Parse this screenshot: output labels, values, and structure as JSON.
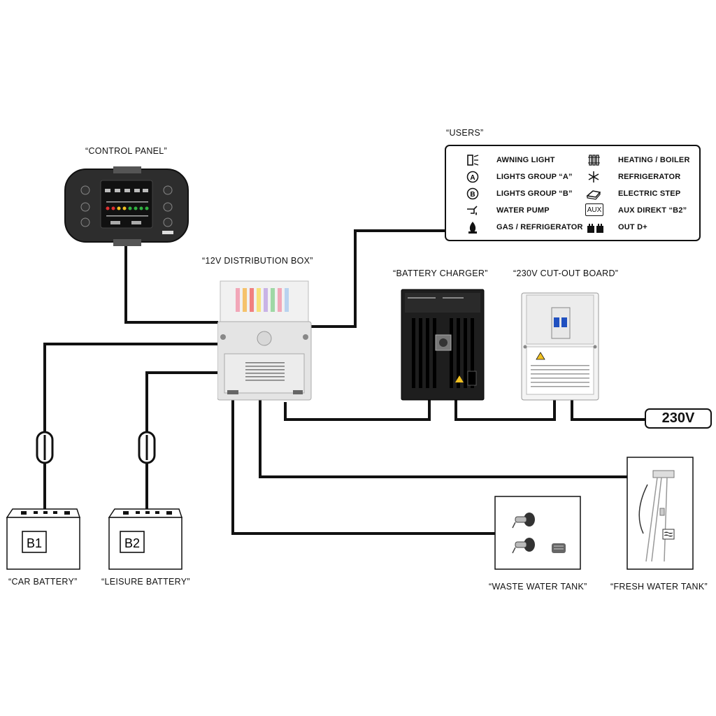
{
  "labels": {
    "control_panel": "“CONTROL PANEL”",
    "distribution_box": "“12V DISTRIBUTION BOX”",
    "users": "“USERS”",
    "battery_charger": "“BATTERY CHARGER”",
    "cutout_board": "“230V CUT-OUT BOARD”",
    "car_battery": "“CAR BATTERY”",
    "leisure_battery": "“LEISURE BATTERY”",
    "waste_tank": "“WASTE WATER TANK”",
    "fresh_tank": "“FRESH WATER TANK”",
    "mains_voltage": "230V"
  },
  "users": {
    "left": [
      {
        "label": "AWNING LIGHT",
        "icon": "awning-light-icon"
      },
      {
        "label": "LIGHTS GROUP “A”",
        "icon": "bulb-a-icon"
      },
      {
        "label": "LIGHTS GROUP “B”",
        "icon": "bulb-b-icon"
      },
      {
        "label": "WATER PUMP",
        "icon": "water-pump-icon"
      },
      {
        "label": "GAS / REFRIGERATOR",
        "icon": "gas-flame-icon"
      }
    ],
    "right": [
      {
        "label": "HEATING / BOILER",
        "icon": "radiator-icon"
      },
      {
        "label": "REFRIGERATOR",
        "icon": "snowflake-icon"
      },
      {
        "label": "ELECTRIC STEP",
        "icon": "step-icon"
      },
      {
        "label": "AUX DIREKT “B2”",
        "icon": "aux-icon",
        "icon_text": "AUX"
      },
      {
        "label": "OUT D+",
        "icon": "out-d-icon"
      }
    ]
  },
  "batteries": {
    "b1": "B1",
    "b2": "B2"
  },
  "colors": {
    "wire": "#111111",
    "panel_body": "#2d2d2d",
    "charger_body": "#1e1e1e",
    "box_body": "#e4e4e4"
  }
}
